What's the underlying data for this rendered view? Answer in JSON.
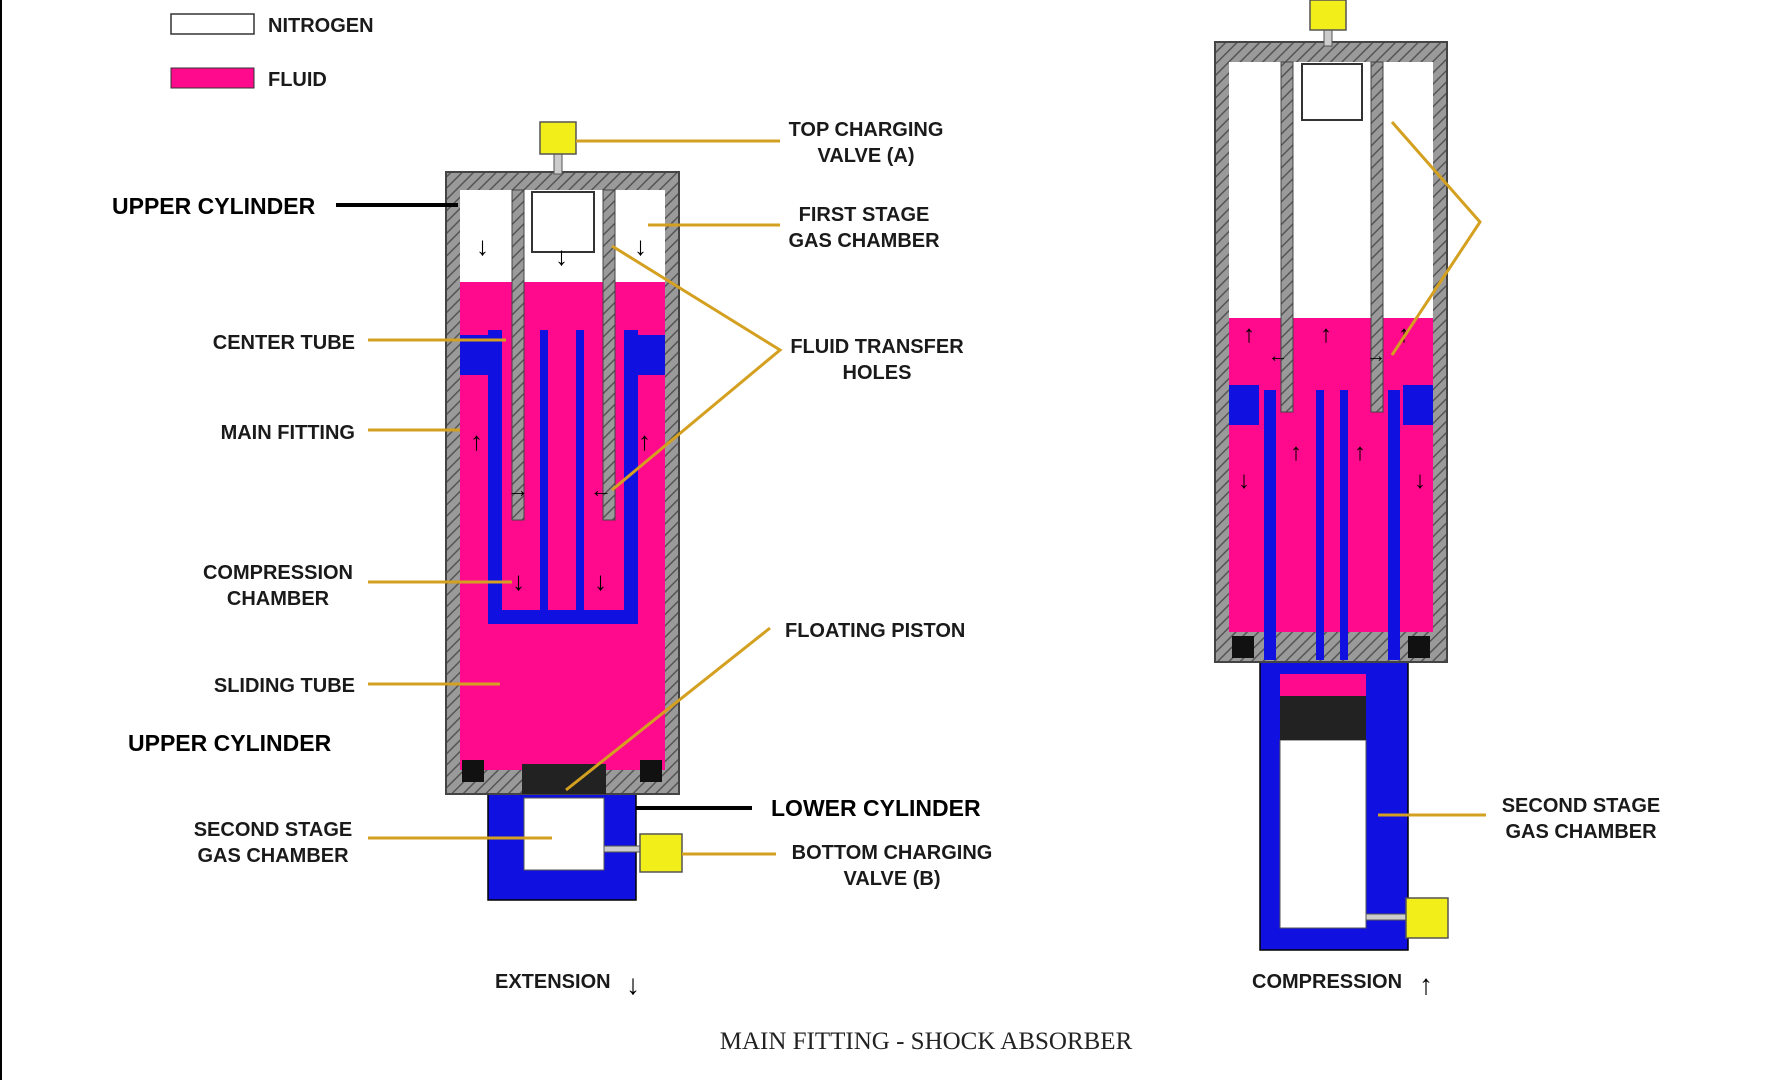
{
  "legend": {
    "nitrogen": "NITROGEN",
    "fluid": "FLUID"
  },
  "labels": {
    "top_charging_valve": [
      "TOP CHARGING",
      "VALVE (A)"
    ],
    "first_stage_gas_chamber": [
      "FIRST STAGE",
      "GAS CHAMBER"
    ],
    "fluid_transfer_holes": [
      "FLUID TRANSFER",
      "HOLES"
    ],
    "floating_piston": "FLOATING PISTON",
    "lower_cylinder": "LOWER CYLINDER",
    "bottom_charging_valve": [
      "BOTTOM CHARGING",
      "VALVE (B)"
    ],
    "upper_cylinder_top": "UPPER CYLINDER",
    "center_tube": "CENTER TUBE",
    "main_fitting": "MAIN FITTING",
    "compression_chamber": [
      "COMPRESSION",
      "CHAMBER"
    ],
    "sliding_tube": "SLIDING TUBE",
    "upper_cylinder_bottom": "UPPER CYLINDER",
    "second_stage_gas_chamber_left": [
      "SECOND STAGE",
      "GAS CHAMBER"
    ],
    "second_stage_gas_chamber_right": [
      "SECOND STAGE",
      "GAS CHAMBER"
    ],
    "extension": "EXTENSION",
    "compression": "COMPRESSION"
  },
  "caption": "MAIN FITTING - SHOCK ABSORBER",
  "colors": {
    "fluid": "#ff0a8c",
    "tube": "#1010e0",
    "wall": "#8a8a8a",
    "valve": "#f2ee1a",
    "leader": "#d4a020"
  }
}
